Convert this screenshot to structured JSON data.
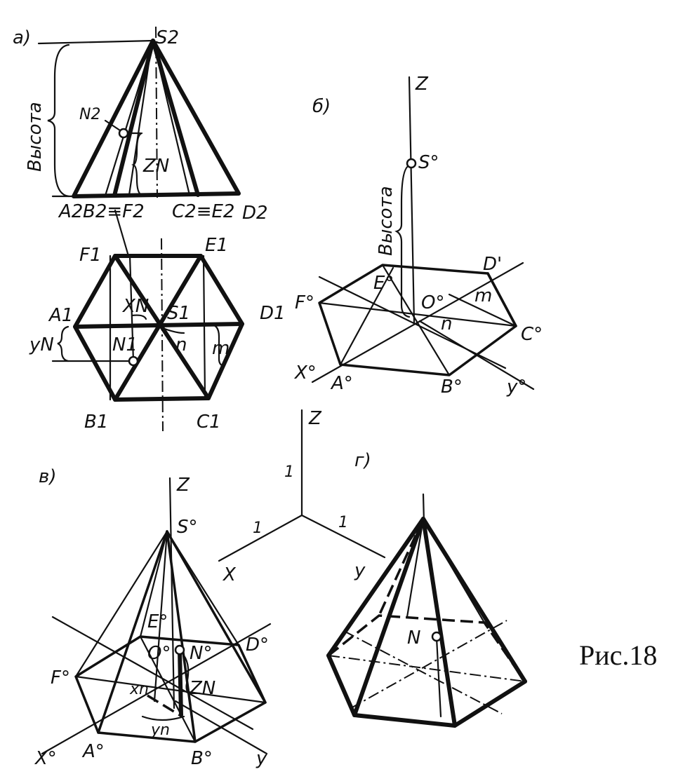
{
  "figure_caption": "Рис.18",
  "panels": {
    "a": {
      "label": "a)",
      "height_label": "Высота",
      "points": {
        "S2": "S2",
        "N2": "N2",
        "ZN": "ZN",
        "A2": "A2",
        "B2F2": "B2≡F2",
        "C2E2": "C2≡E2",
        "D2": "D2",
        "F1": "F1",
        "E1": "E1",
        "A1": "A1",
        "D1": "D1",
        "XN": "XN",
        "S1": "S1",
        "N1": "N1",
        "YN": "yN",
        "n": "n",
        "m": "m",
        "B1": "B1",
        "C1": "C1"
      }
    },
    "b": {
      "label": "б)",
      "height_label": "Высота",
      "points": {
        "Z": "Z",
        "S": "S°",
        "D": "D'",
        "E": "E°",
        "F": "F°",
        "O": "O°",
        "m": "m",
        "n": "n",
        "C": "C°",
        "X": "X°",
        "A": "A°",
        "B": "B°",
        "Y": "y°"
      }
    },
    "axes": {
      "Z": "Z",
      "X": "X",
      "Y": "y",
      "unit_z": "1",
      "unit_x": "1",
      "unit_y": "1"
    },
    "v": {
      "label": "в)",
      "points": {
        "Z": "Z",
        "S": "S°",
        "E": "E°",
        "O": "O°",
        "N": "N°",
        "D": "D°",
        "F": "F°",
        "xn": "xn",
        "ZN": "ZN",
        "yn": "yn",
        "X": "X°",
        "A": "A°",
        "B": "B°",
        "Y": "y"
      }
    },
    "g": {
      "label": "г)",
      "points": {
        "N": "N"
      }
    }
  }
}
